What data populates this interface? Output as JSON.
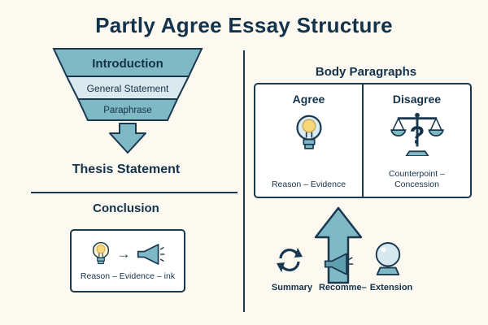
{
  "title": "Partly Agree Essay Structure",
  "colors": {
    "background": "#fcf9f1",
    "navy": "#1a384e",
    "teal": "#7fb9c6",
    "light_band": "#d9e9ee",
    "bulb_yellow": "#f6d87c"
  },
  "funnel": {
    "layers": [
      "Introduction",
      "General Statement",
      "Paraphrase"
    ],
    "caption": "Thesis Statement"
  },
  "body_paragraphs": {
    "heading": "Body Paragraphs",
    "agree": {
      "title": "Agree",
      "caption": "Reason – Evidence"
    },
    "disagree": {
      "title": "Disagree",
      "caption": "Counterpoint – Concession",
      "question_glyph": "?"
    }
  },
  "conclusion": {
    "heading": "Conclusion",
    "arrow_glyph": "→",
    "caption": "Reason – Evidence – ink"
  },
  "bottom_row": {
    "items": [
      {
        "label": "Summary"
      },
      {
        "label": "Recomme–"
      },
      {
        "label": "Extension"
      }
    ]
  }
}
